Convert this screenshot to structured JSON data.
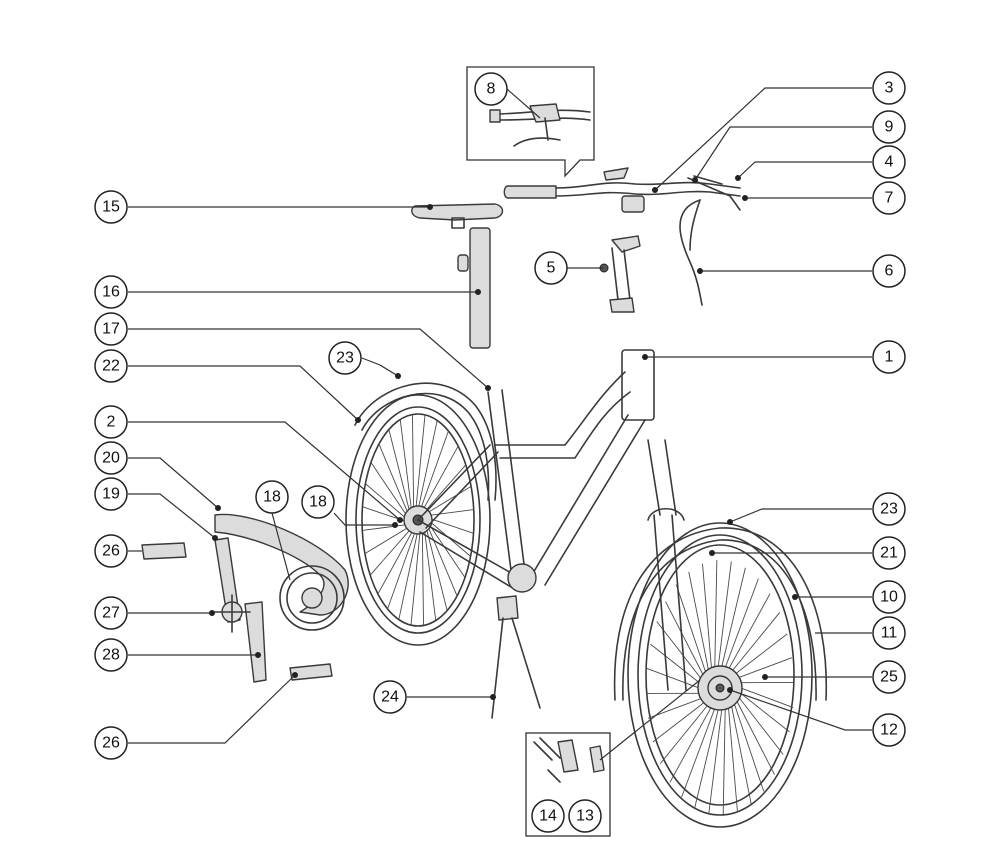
{
  "callouts": [
    {
      "id": "c1",
      "label": "1"
    },
    {
      "id": "c3",
      "label": "3"
    },
    {
      "id": "c9",
      "label": "9"
    },
    {
      "id": "c4",
      "label": "4"
    },
    {
      "id": "c7",
      "label": "7"
    },
    {
      "id": "c6",
      "label": "6"
    },
    {
      "id": "c5",
      "label": "5"
    },
    {
      "id": "c8",
      "label": "8"
    },
    {
      "id": "c15",
      "label": "15"
    },
    {
      "id": "c16",
      "label": "16"
    },
    {
      "id": "c17",
      "label": "17"
    },
    {
      "id": "c22",
      "label": "22"
    },
    {
      "id": "c23a",
      "label": "23"
    },
    {
      "id": "c2",
      "label": "2"
    },
    {
      "id": "c20",
      "label": "20"
    },
    {
      "id": "c19",
      "label": "19"
    },
    {
      "id": "c18a",
      "label": "18"
    },
    {
      "id": "c18b",
      "label": "18"
    },
    {
      "id": "c26a",
      "label": "26"
    },
    {
      "id": "c27",
      "label": "27"
    },
    {
      "id": "c28",
      "label": "28"
    },
    {
      "id": "c26b",
      "label": "26"
    },
    {
      "id": "c24",
      "label": "24"
    },
    {
      "id": "c23b",
      "label": "23"
    },
    {
      "id": "c21",
      "label": "21"
    },
    {
      "id": "c10",
      "label": "10"
    },
    {
      "id": "c11",
      "label": "11"
    },
    {
      "id": "c25",
      "label": "25"
    },
    {
      "id": "c12",
      "label": "12"
    },
    {
      "id": "c14",
      "label": "14"
    },
    {
      "id": "c13",
      "label": "13"
    }
  ]
}
